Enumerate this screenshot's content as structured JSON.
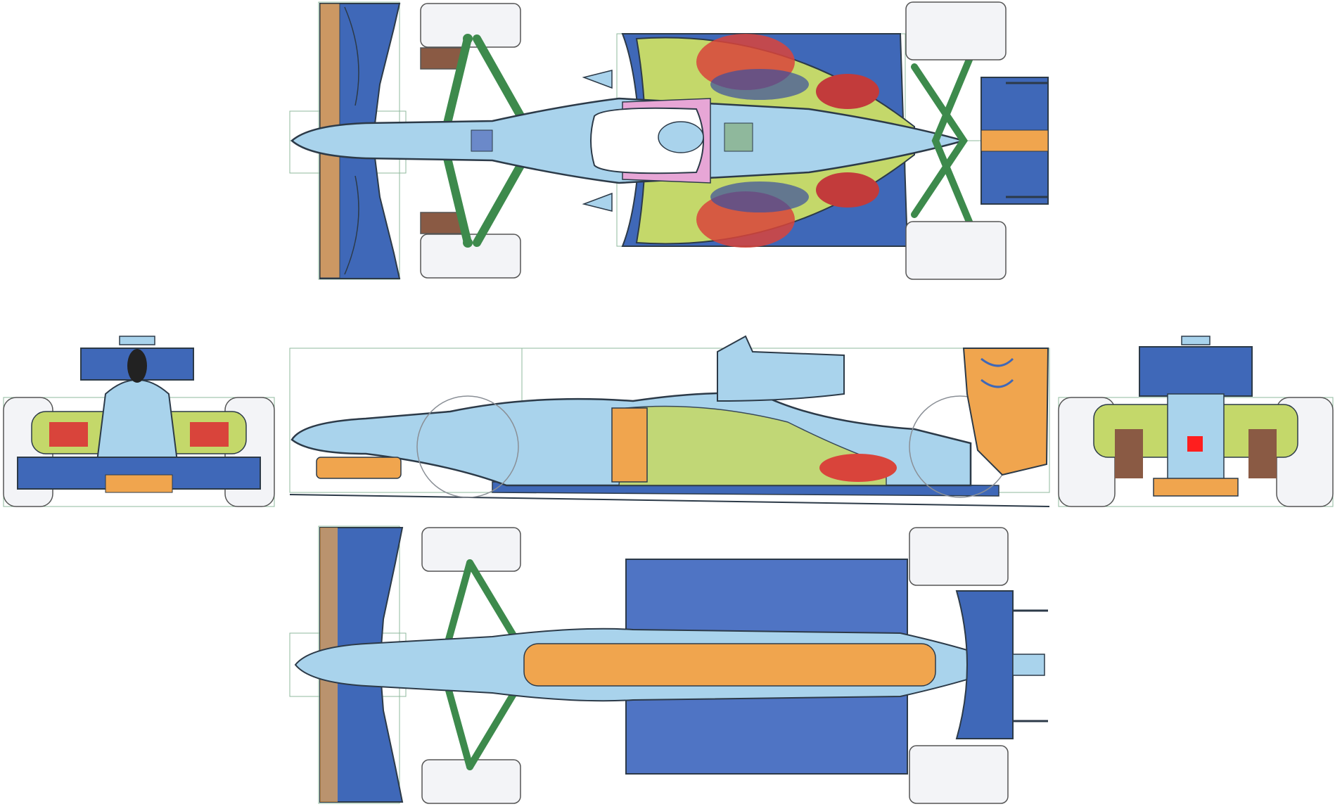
{
  "colors": {
    "background": "#ffffff",
    "body_light_blue": "#a9d3ec",
    "wing_blue": "#3f68b8",
    "floor_blue": "#4f74c4",
    "suspension_green": "#3d8a4c",
    "sidepod_yellow_green": "#c4d86a",
    "radiator_red": "#d9443b",
    "accent_orange": "#f0a54e",
    "tyre_white": "#f3f4f7",
    "brake_brown": "#8a5a44",
    "pink_detail": "#e7a6d6",
    "outline": "#2c3a48",
    "guide_lines": "#8fb89c"
  },
  "views": [
    {
      "id": "top-view"
    },
    {
      "id": "front-view"
    },
    {
      "id": "side-view"
    },
    {
      "id": "rear-view"
    },
    {
      "id": "bottom-view"
    }
  ]
}
